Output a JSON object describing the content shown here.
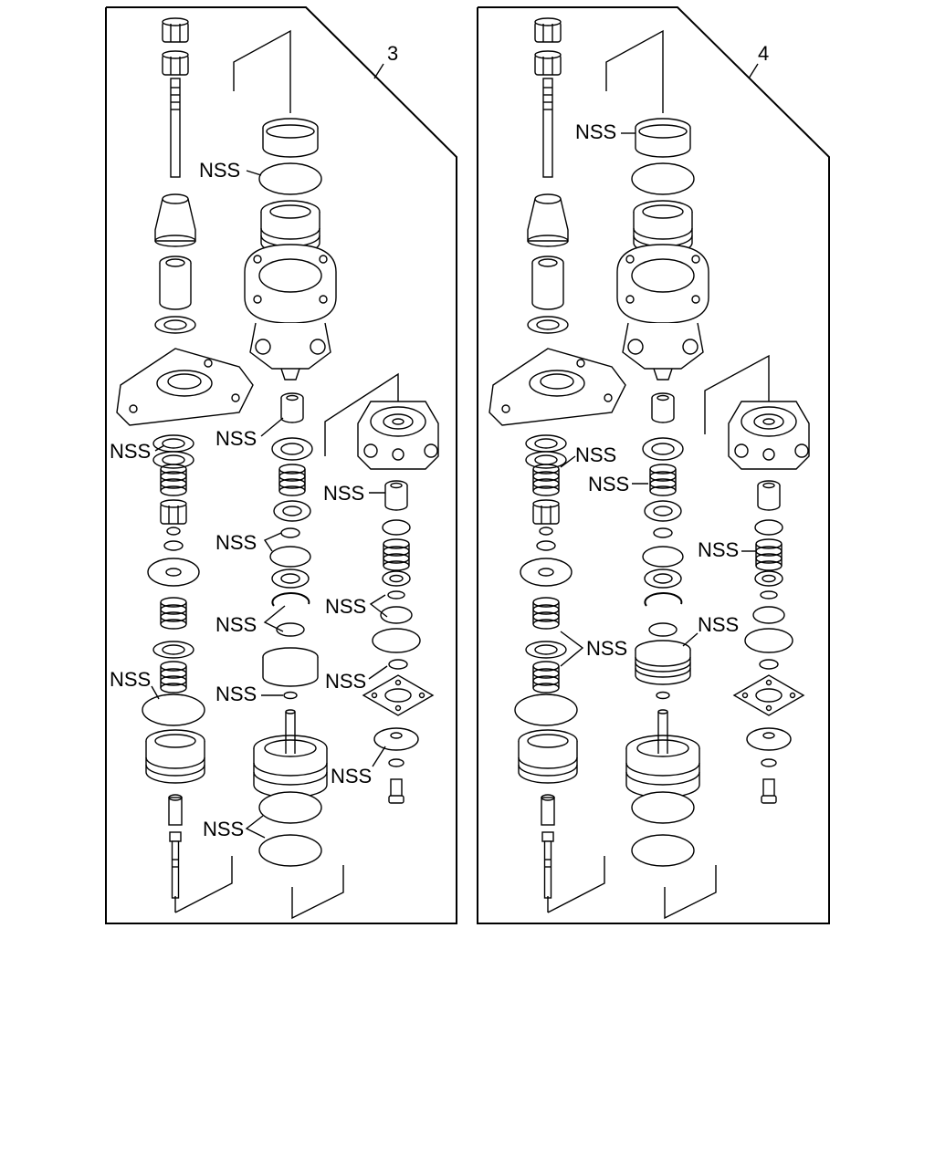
{
  "panels": [
    {
      "id": "3",
      "number": "3",
      "labels": [
        "NSS",
        "NSS",
        "NSS",
        "NSS",
        "NSS",
        "NSS",
        "NSS",
        "NSS",
        "NSS",
        "NSS",
        "NSS",
        "NSS"
      ]
    },
    {
      "id": "4",
      "number": "4",
      "labels": [
        "NSS",
        "NSS",
        "NSS",
        "NSS",
        "NSS",
        "NSS"
      ]
    }
  ]
}
